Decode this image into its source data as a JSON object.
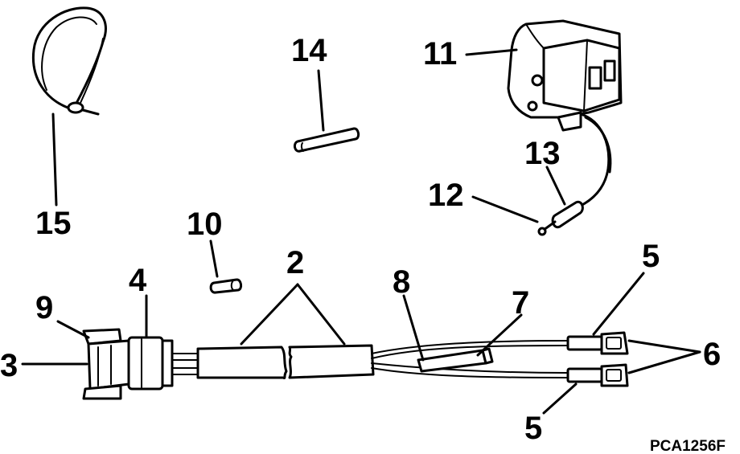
{
  "callouts": {
    "c2": "2",
    "c3": "3",
    "c4": "4",
    "c5_top": "5",
    "c5_bottom": "5",
    "c6": "6",
    "c7": "7",
    "c8": "8",
    "c9": "9",
    "c10": "10",
    "c11": "11",
    "c12": "12",
    "c13": "13",
    "c14": "14",
    "c15": "15"
  },
  "figure_code": "PCA1256F"
}
